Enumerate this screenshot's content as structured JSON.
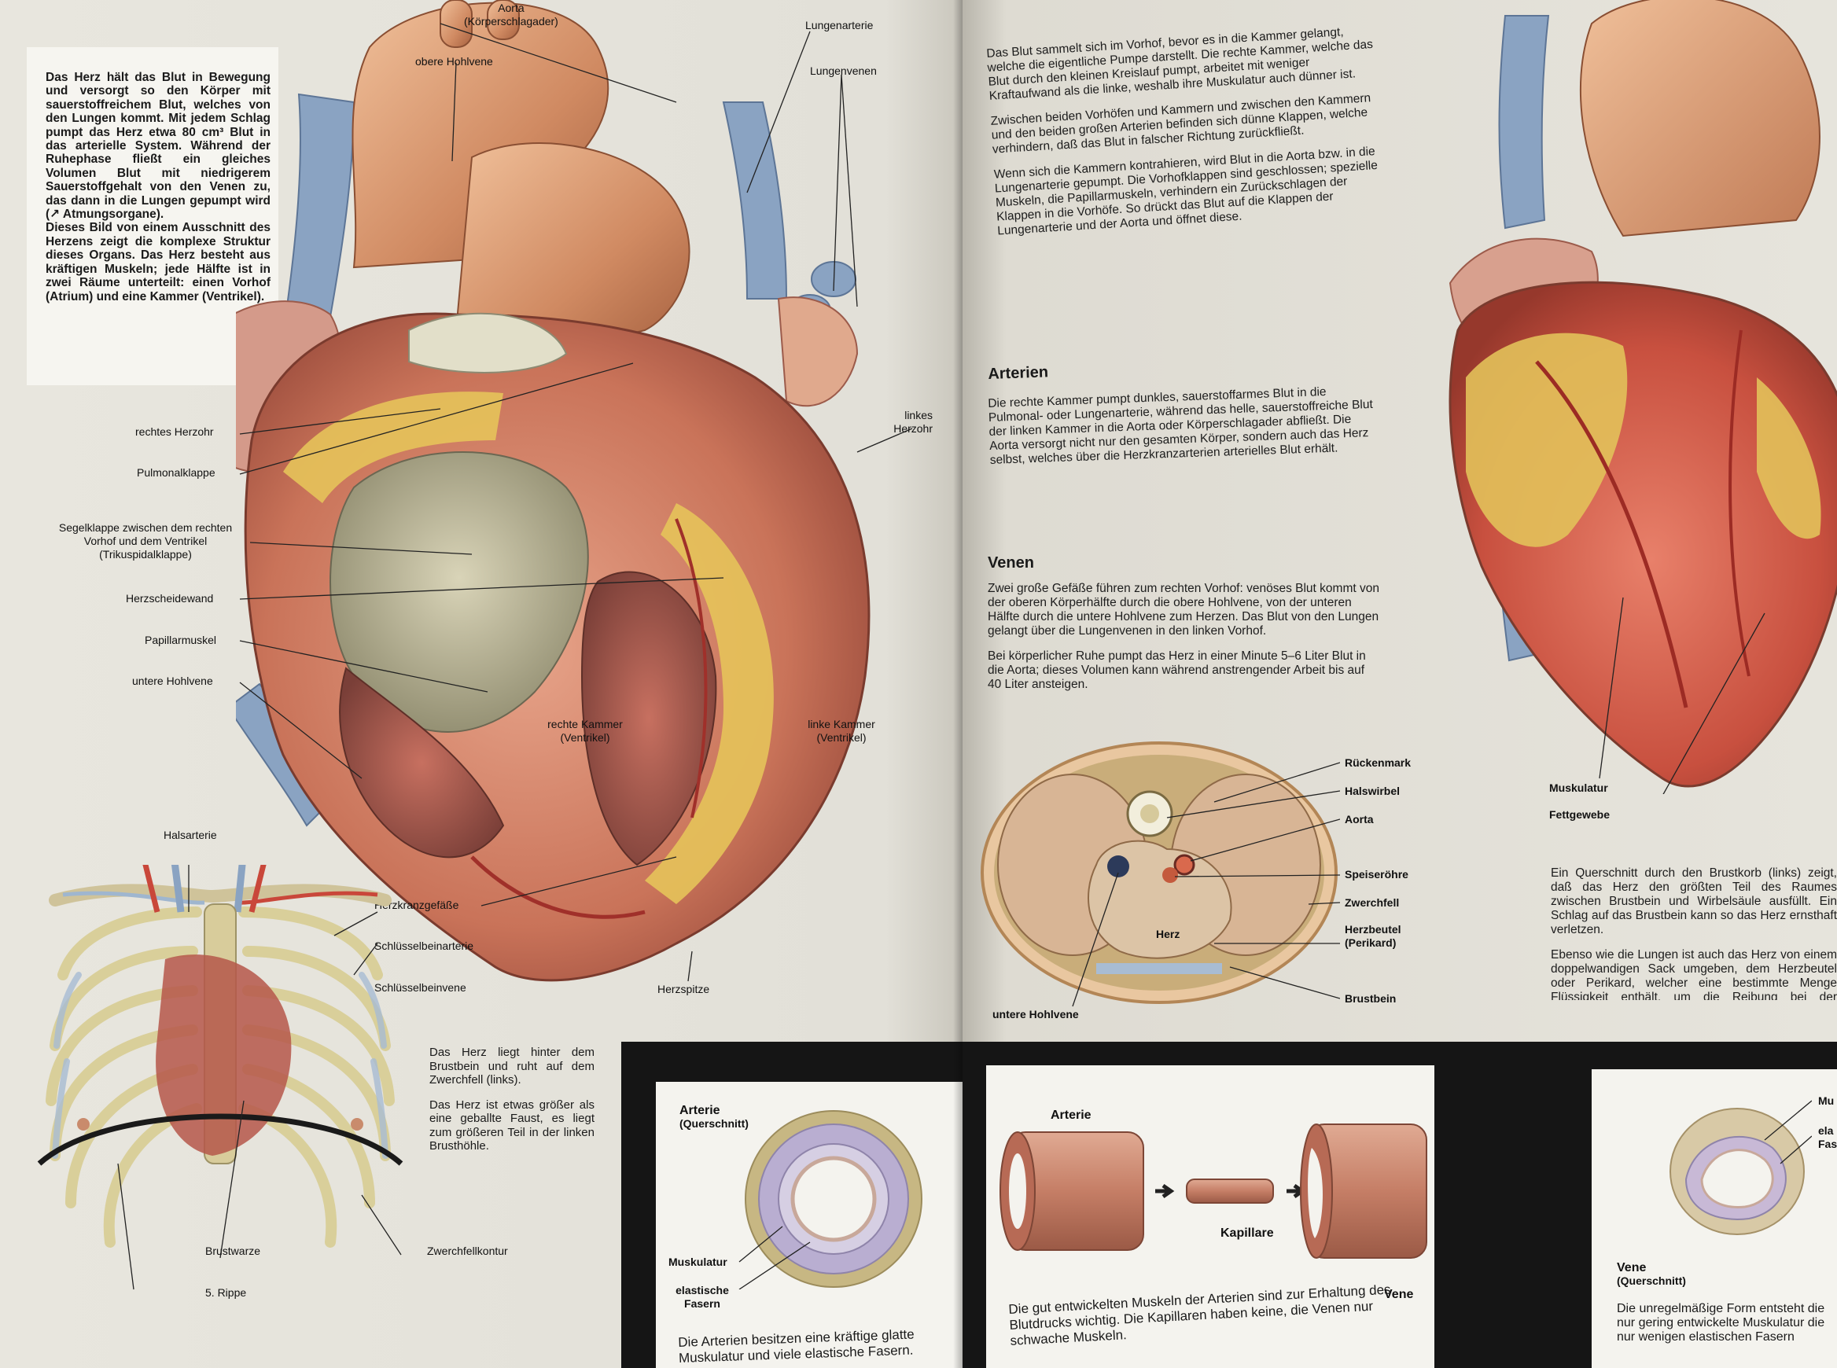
{
  "left": {
    "intro": [
      "Das Herz hält das Blut in Bewegung und versorgt so den Körper mit sauerstoffreichem Blut, welches von den Lungen kommt. Mit jedem Schlag pumpt das Herz etwa 80 cm³ Blut in das arterielle System. Während der Ruhephase fließt ein gleiches Volumen Blut mit niedrigerem Sauerstoffgehalt von den Venen zu, das dann in die Lungen gepumpt wird (↗ Atmungsorgane).",
      "Dieses Bild von einem Ausschnitt des Herzens zeigt die komplexe Struktur dieses Organs. Das Herz besteht aus kräftigen Muskeln; jede Hälfte ist in zwei Räume unterteilt: einen Vorhof (Atrium) und eine Kammer (Ventrikel)."
    ],
    "heart_labels": {
      "aorta": "Aorta",
      "aorta_sub": "(Körperschlagader)",
      "obere_hohlvene": "obere Hohlvene",
      "lungenarterie": "Lungenarterie",
      "lungenvenen": "Lungenvenen",
      "linkes_herzohr": "linkes Herzohr",
      "rechtes_herzohr": "rechtes Herzohr",
      "pulmonalklappe": "Pulmonalklappe",
      "segelklappe": "Segelklappe zwischen dem rechten Vorhof und dem Ventrikel (Trikuspidalklappe)",
      "herzscheidewand": "Herzscheidewand",
      "papillarmuskel": "Papillarmuskel",
      "untere_hohlvene": "untere Hohlvene",
      "rechte_kammer": "rechte Kammer (Ventrikel)",
      "linke_kammer": "linke Kammer (Ventrikel)",
      "herzkranzgefaesse": "Herzkranzgefäße",
      "herzspitze": "Herzspitze"
    },
    "ribcage_labels": {
      "halsarterie": "Halsarterie",
      "schluesselbeinarterie": "Schlüsselbeinarterie",
      "schluesselbeinvene": "Schlüsselbeinvene",
      "brustwarze": "Brustwarze",
      "rippe": "5. Rippe",
      "zwerchfellkontur": "Zwerchfellkontur"
    },
    "ribcage_text": [
      "Das Herz liegt hinter dem Brustbein und ruht auf dem Zwerchfell (links).",
      "Das Herz ist etwas größer als eine geballte Faust, es liegt zum größeren Teil in der linken Brusthöhle."
    ],
    "artery_panel": {
      "title": "Arterie",
      "subtitle": "(Querschnitt)",
      "muskulatur": "Muskulatur",
      "fasern": "elastische Fasern",
      "caption": "Die Arterien besitzen eine kräftige glatte Muskulatur und viele elastische Fasern."
    }
  },
  "right": {
    "paragraphs": [
      "Das Blut sammelt sich im Vorhof, bevor es in die Kammer gelangt, welche die eigentliche Pumpe darstellt. Die rechte Kammer, welche das Blut durch den kleinen Kreislauf pumpt, arbeitet mit weniger Kraftaufwand als die linke, weshalb ihre Muskulatur auch dünner ist.",
      "Zwischen beiden Vorhöfen und Kammern und zwischen den Kammern und den beiden großen Arterien befinden sich dünne Klappen, welche verhindern, daß das Blut in falscher Richtung zurückfließt.",
      "Wenn sich die Kammern kontrahieren, wird Blut in die Aorta bzw. in die Lungenarterie gepumpt. Die Vorhofklappen sind geschlossen; spezielle Muskeln, die Papillarmuskeln, verhindern ein Zurückschlagen der Klappen in die Vorhöfe. So drückt das Blut auf die Klappen der Lungenarterie und der Aorta und öffnet diese."
    ],
    "arterien_heading": "Arterien",
    "arterien_text": "Die rechte Kammer pumpt dunkles, sauerstoffarmes Blut in die Pulmonal- oder Lungenarterie, während das helle, sauerstoffreiche Blut der linken Kammer in die Aorta oder Körperschlagader abfließt. Die Aorta versorgt nicht nur den gesamten Körper, sondern auch das Herz selbst, welches über die Herzkranzarterien arterielles Blut erhält.",
    "venen_heading": "Venen",
    "venen_text": "Zwei große Gefäße führen zum rechten Vorhof: venöses Blut kommt von der oberen Körperhälfte durch die obere Hohlvene, von der unteren Hälfte durch die untere Hohlvene zum Herzen. Das Blut von den Lungen gelangt über die Lungenvenen in den linken Vorhof.",
    "venen_text2": "Bei körperlicher Ruhe pumpt das Herz in einer Minute 5–6 Liter Blut in die Aorta; dieses Volumen kann während anstrengender Arbeit bis auf 40 Liter ansteigen.",
    "heart_labels": {
      "muskulatur": "Muskulatur",
      "fettgewebe": "Fettgewebe"
    },
    "section_labels": {
      "rueckenmark": "Rückenmark",
      "halswirbel": "Halswirbel",
      "aorta": "Aorta",
      "speiseroehre": "Speiseröhre",
      "zwerchfell": "Zwerchfell",
      "herzbeutel": "Herzbeutel",
      "perikard": "(Perikard)",
      "brustbein": "Brustbein",
      "herz": "Herz",
      "untere_hohlvene": "untere Hohlvene"
    },
    "section_text": [
      "Ein Querschnitt durch den Brustkorb (links) zeigt, daß das Herz den größten Teil des Raumes zwischen Brustbein und Wirbelsäule ausfüllt. Ein Schlag auf das Brustbein kann so das Herz ernsthaft verletzen.",
      "Ebenso wie die Lungen ist auch das Herz von einem doppelwandigen Sack umgeben, dem Herzbeutel oder Perikard, welcher eine bestimmte Menge Flüssigkeit enthält, um die Reibung bei der Herzaktion zu vermindern."
    ],
    "vessel_panel": {
      "arterie": "Arterie",
      "kapillare": "Kapillare",
      "vene": "Vene",
      "caption": "Die gut entwickelten Muskeln der Arterien sind zur Erhaltung des Blutdrucks wichtig. Die Kapillaren haben keine, die Venen nur schwache Muskeln."
    },
    "vein_panel": {
      "muskulatur": "Mu",
      "fasern": "ela Fas",
      "title": "Vene",
      "subtitle": "(Querschnitt)",
      "caption": "Die unregelmäßige Form entsteht die nur gering entwickelte Muskulatur die nur wenigen elastischen Fasern"
    }
  },
  "colors": {
    "page": "#e6e4dc",
    "dark_band": "#151515",
    "heart_muscle": "#c9735a",
    "vein_blue": "#8aa3c2",
    "fat_yellow": "#e6c35a"
  }
}
